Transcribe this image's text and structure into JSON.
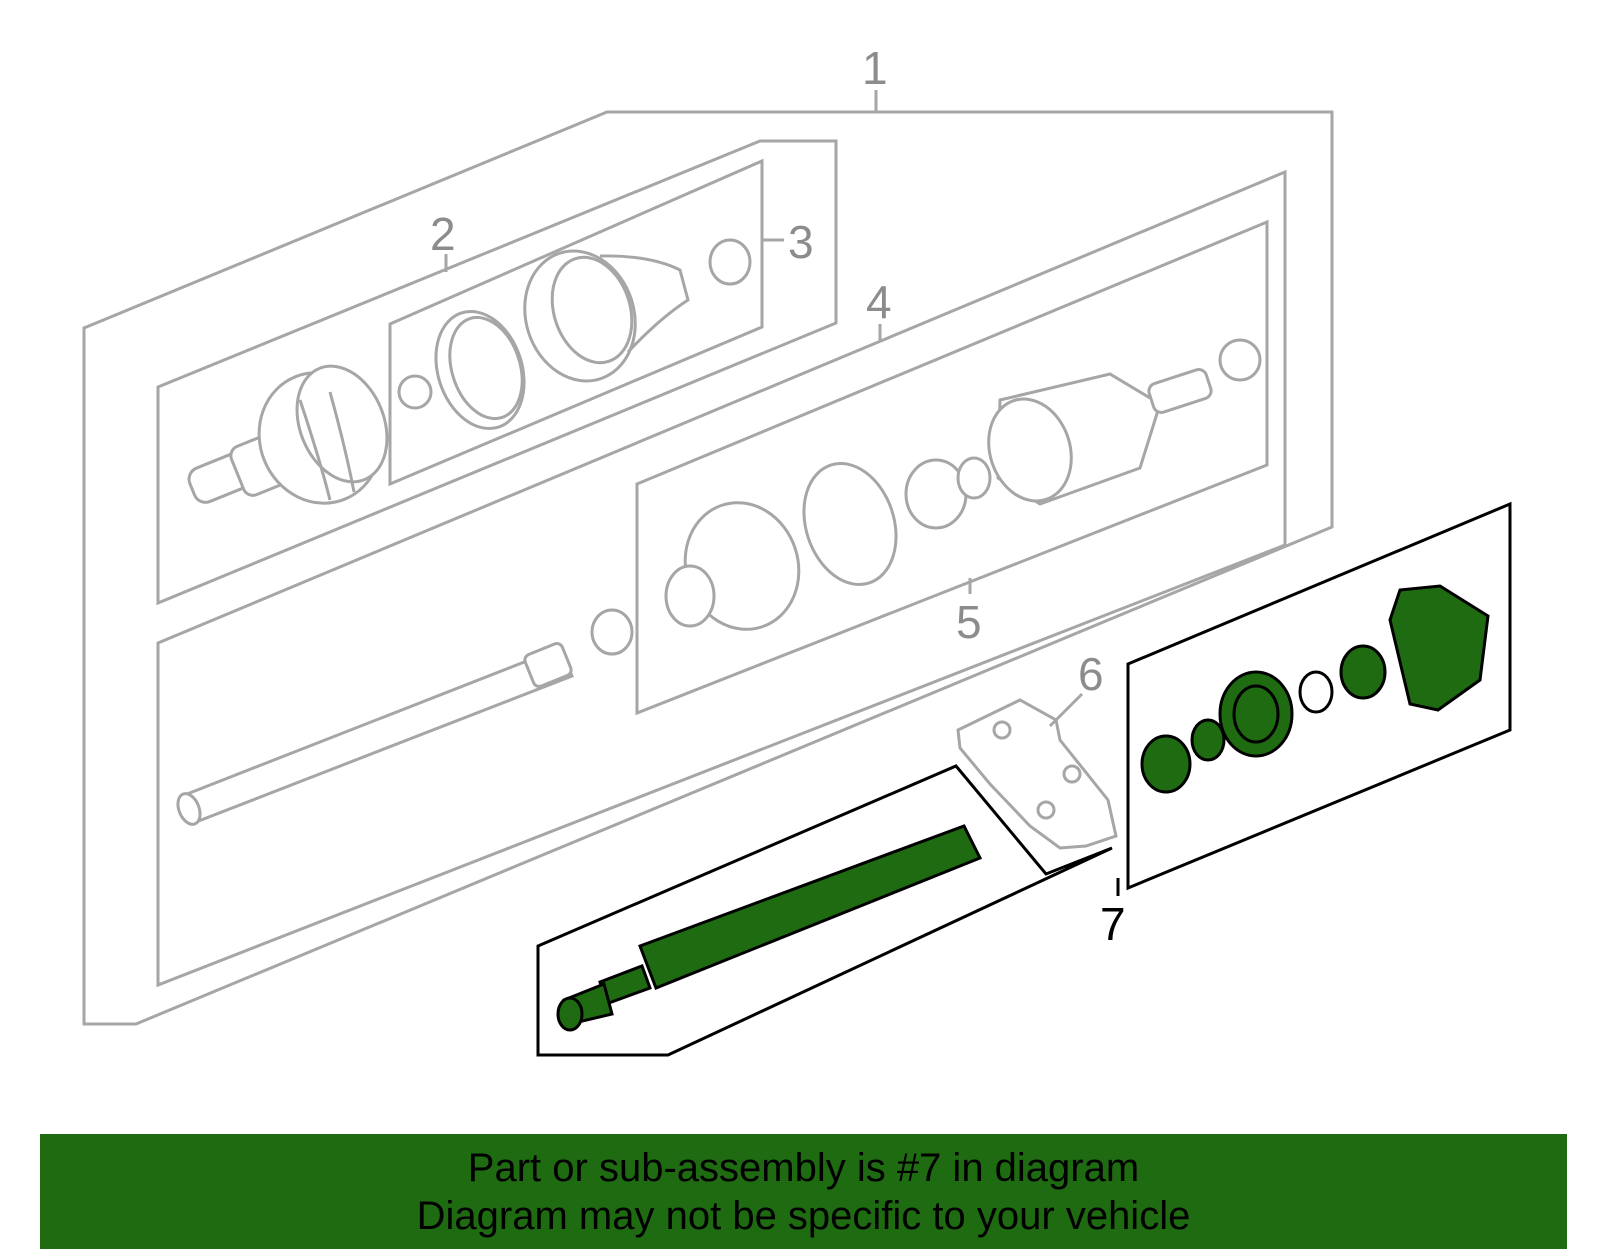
{
  "callouts": {
    "c1": "1",
    "c2": "2",
    "c3": "3",
    "c4": "4",
    "c5": "5",
    "c6": "6",
    "c7": "7"
  },
  "banner": {
    "line1": "Part or sub-assembly is #7 in diagram",
    "line2": "Diagram may not be specific to your vehicle"
  },
  "colors": {
    "highlight_fill": "#1f6b12",
    "banner_bg": "#1f6b12",
    "muted_line": "#a6a6a6",
    "active_line": "#000000"
  },
  "highlighted_part": "7"
}
